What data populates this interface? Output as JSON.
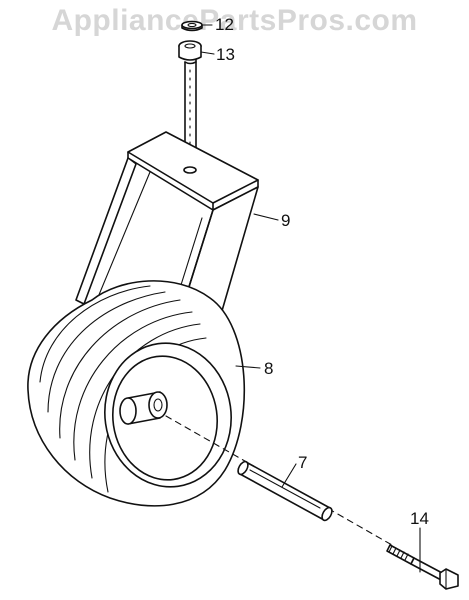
{
  "watermark": "AppliancePartsPros.com",
  "callouts": {
    "washer": "12",
    "bushing": "13",
    "fork": "9",
    "wheel": "8",
    "axle": "7",
    "bolt": "14"
  },
  "colors": {
    "ink": "#111111",
    "watermark": "#d6d6d6",
    "background": "#ffffff"
  }
}
